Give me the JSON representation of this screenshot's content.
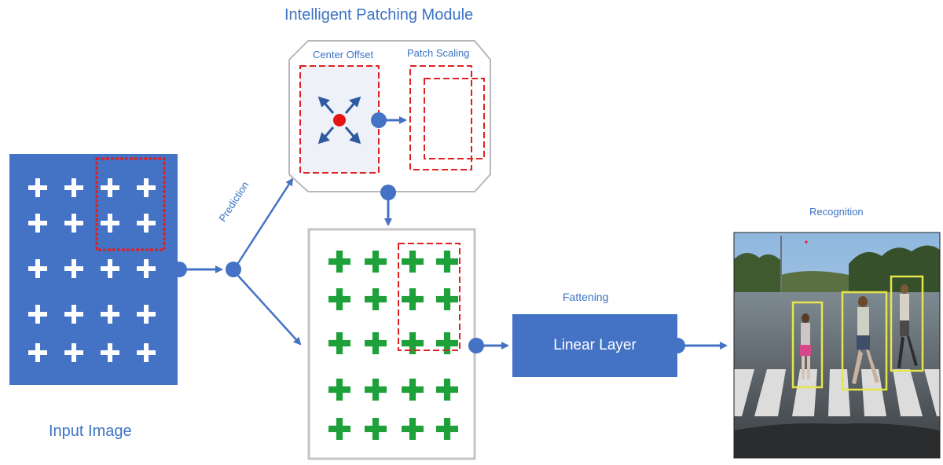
{
  "module_title": "Intelligent Patching Module",
  "center_offset_label": "Center Offset",
  "patch_scaling_label": "Patch Scaling",
  "prediction_label": "Prediction",
  "input_image_label": "Input Image",
  "flattening_label": "Fattening",
  "linear_layer_label": "Linear Layer",
  "recognition_label": "Recognition",
  "colors": {
    "accent_blue": "#4472c4",
    "label_blue": "#3b73c4",
    "dashed_red": "#e02020",
    "plus_green": "#1fa13a",
    "detection_yellow": "#e6e64a"
  },
  "icons": {
    "offset": "four-arrows-with-red-center-dot",
    "grid_marks": "plus-sign"
  }
}
